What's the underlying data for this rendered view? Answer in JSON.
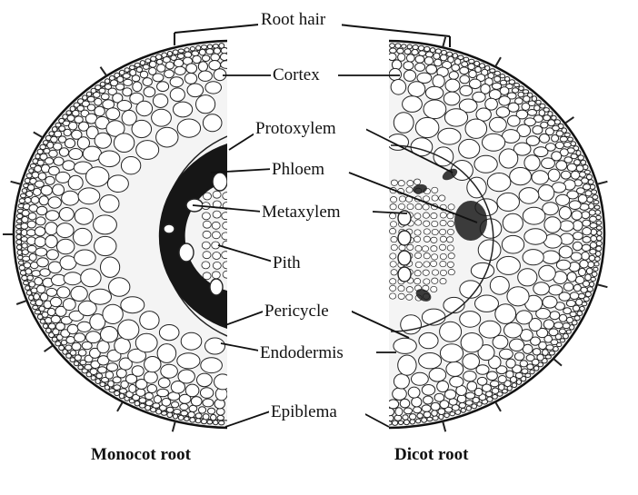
{
  "labels": {
    "root_hair": "Root hair",
    "cortex": "Cortex",
    "protoxylem": "Protoxylem",
    "phloem": "Phloem",
    "metaxylem": "Metaxylem",
    "pith": "Pith",
    "pericycle": "Pericycle",
    "endodermis": "Endodermis",
    "epiblema": "Epiblema",
    "monocot_root": "Monocot root",
    "dicot_root": "Dicot root"
  },
  "colors": {
    "ink": "#111111",
    "cell_wall": "#222222",
    "stele_dark": "#1a1a1a",
    "paper": "#ffffff"
  }
}
